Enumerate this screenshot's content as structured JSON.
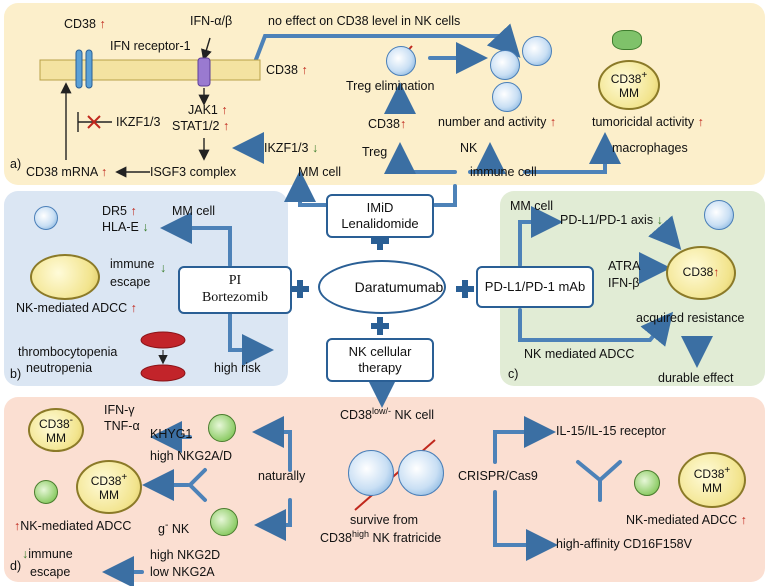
{
  "panel_labels": {
    "a": "a)",
    "b": "b)",
    "c": "c)",
    "d": "d)"
  },
  "center": {
    "imid": [
      "IMiD",
      "Lenalidomide"
    ],
    "pi": [
      "PI",
      "Bortezomib"
    ],
    "daratumumab": "Daratumumab",
    "pdl1": "PD-L1/PD-1 mAb",
    "nk_therapy": [
      "NK cellular",
      "therapy"
    ]
  },
  "panel_a": {
    "cd38_top": "CD38",
    "ifn": "IFN-α/β",
    "ifn_receptor": "IFN receptor-1",
    "cd38_mid": "CD38",
    "ikzf_block": "IKZF1/3",
    "jak1": "JAK1",
    "stat": "STAT1/2",
    "ikzf_down": "IKZF1/3",
    "isgf3": "ISGF3 complex",
    "cd38_mrna": "CD38 mRNA",
    "mm_cell": "MM cell",
    "no_effect": "no effect on CD38 level in NK cells",
    "treg_elim": "Treg elimination",
    "cd38_treg": "CD38",
    "treg": "Treg",
    "number_activity": "number and activity",
    "nk": "NK",
    "immune_cell": "immune cell",
    "tumoricidal": "tumoricidal activity",
    "macrophages": "macrophages",
    "cd38_mm": "CD38",
    "cd38_mm_sup": "+",
    "mm": "MM"
  },
  "panel_b": {
    "dr5": "DR5",
    "hlae": "HLA-E",
    "mm_cell": "MM cell",
    "immune": "immune",
    "escape": "escape",
    "nk_adcc": "NK-mediated ADCC",
    "thrombo": "thrombocytopenia",
    "neutro": "neutropenia",
    "high_risk": "high risk"
  },
  "panel_c": {
    "mm_cell": "MM cell",
    "pdl1_axis": "PD-L1/PD-1 axis",
    "atra": "ATRA",
    "ifnb": "IFN-β",
    "cd38": "CD38",
    "acquired": "acquired resistance",
    "nk_adcc": "NK mediated ADCC",
    "durable": "durable effect"
  },
  "panel_d": {
    "cd38_nk": "CD38",
    "cd38_nk_sup": "low/-",
    "cd38_nk_rest": " NK cell",
    "ifng": "IFN-γ",
    "tnfa": "TNF-α",
    "khyg1": "KHYG1",
    "high_nkg2ad": "high NKG2A/D",
    "naturally": "naturally",
    "g_nk": "g",
    "g_nk_sup": "-",
    "g_nk_rest": " NK",
    "high_nkg2d": "high NKG2D",
    "low_nkg2a": "low NKG2A",
    "immune": "immune",
    "escape": "escape",
    "nk_adcc": "NK-mediated ADCC",
    "cd38neg": "CD38",
    "cd38neg_sup": "-",
    "mm": "MM",
    "cd38pos": "CD38",
    "cd38pos_sup": "+",
    "survive": "survive from",
    "fratricide_a": "CD38",
    "fratricide_sup": "high",
    "fratricide_b": " NK fratricide",
    "crispr": "CRISPR/Cas9",
    "il15": "IL-15/IL-15 receptor",
    "cd16": "high-affinity CD16F158V",
    "nk_adcc_right": "NK-mediated ADCC",
    "cd38pos_r": "CD38",
    "cd38pos_r_sup": "+",
    "mm_r": "MM"
  },
  "arrows": {
    "up": "↑",
    "down": "↓"
  },
  "colors": {
    "accent_blue": "#2a5f95",
    "up_red": "#c0281d",
    "down_green": "#3a7d2a",
    "panel_a": "#fcefcb",
    "panel_b": "#dbe6f3",
    "panel_c": "#e1ecd5",
    "panel_d": "#fbdfd2"
  }
}
